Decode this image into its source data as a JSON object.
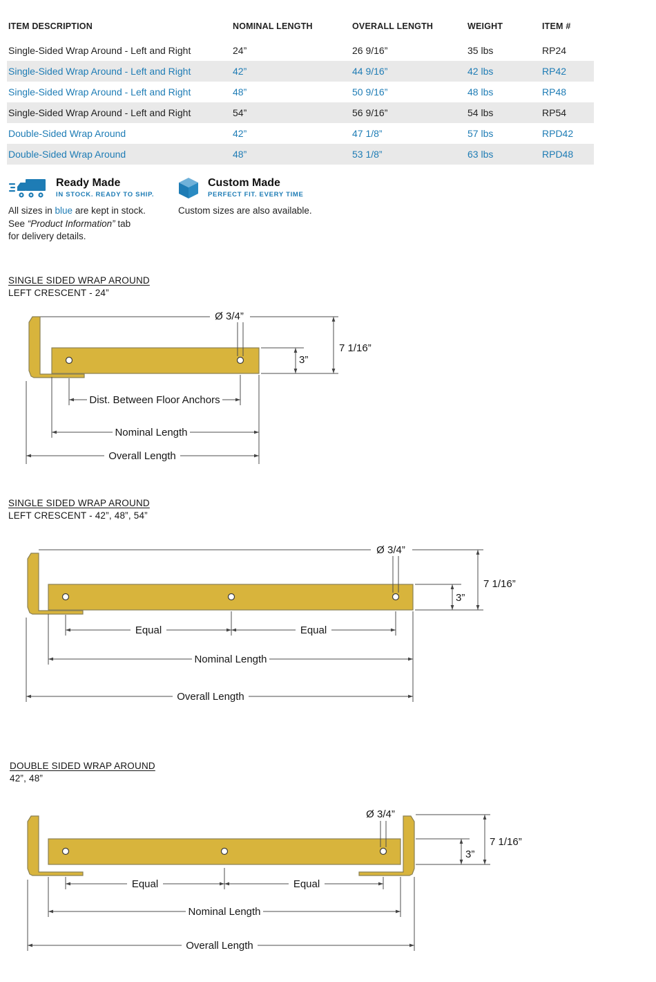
{
  "colors": {
    "blue": "#1e7cb5",
    "steel": "#d8b43c",
    "row_alt": "#e9e9e9"
  },
  "table": {
    "headers": [
      "ITEM DESCRIPTION",
      "NOMINAL LENGTH",
      "OVERALL LENGTH",
      "WEIGHT",
      "ITEM #"
    ],
    "rows": [
      {
        "description": "Single-Sided Wrap Around - Left and Right",
        "nominal": "24”",
        "overall": "26 9/16”",
        "weight": "35 lbs",
        "item": "RP24",
        "blue": false
      },
      {
        "description": "Single-Sided Wrap Around - Left and Right",
        "nominal": "42”",
        "overall": "44 9/16”",
        "weight": "42 lbs",
        "item": "RP42",
        "blue": true
      },
      {
        "description": "Single-Sided Wrap Around - Left and Right",
        "nominal": "48”",
        "overall": "50 9/16”",
        "weight": "48 lbs",
        "item": "RP48",
        "blue": true
      },
      {
        "description": "Single-Sided Wrap Around - Left and Right",
        "nominal": "54”",
        "overall": "56 9/16”",
        "weight": "54 lbs",
        "item": "RP54",
        "blue": false
      },
      {
        "description": "Double-Sided Wrap Around",
        "nominal": "42”",
        "overall": "47 1/8”",
        "weight": "57 lbs",
        "item": "RPD42",
        "blue": true
      },
      {
        "description": "Double-Sided Wrap Around",
        "nominal": "48”",
        "overall": "53 1/8”",
        "weight": "63 lbs",
        "item": "RPD48",
        "blue": true
      }
    ]
  },
  "badges": {
    "ready": {
      "title": "Ready Made",
      "subtitle": "IN STOCK. READY TO SHIP."
    },
    "custom": {
      "title": "Custom Made",
      "subtitle": "PERFECT FIT. EVERY TIME"
    },
    "ready_note": {
      "l1a": "All sizes in ",
      "l1blue": "blue",
      "l1b": " are kept in stock.",
      "l2a": "See ",
      "l2i": "“Product Information”",
      "l2b": " tab",
      "l3": "for delivery details."
    },
    "custom_note": "Custom sizes are also available."
  },
  "diagrams": [
    {
      "title": "SINGLE SIDED WRAP AROUND",
      "subtitle": "LEFT CRESCENT - 24”",
      "labels": {
        "dia": "Ø 3/4”",
        "height": "7 1/16”",
        "bar_height": "3”",
        "anchors": "Dist. Between Floor Anchors",
        "nominal": "Nominal Length",
        "overall": "Overall Length"
      }
    },
    {
      "title": "SINGLE SIDED WRAP AROUND",
      "subtitle": "LEFT CRESCENT - 42”, 48”, 54”",
      "labels": {
        "dia": "Ø 3/4”",
        "height": "7 1/16”",
        "bar_height": "3”",
        "equal1": "Equal",
        "equal2": "Equal",
        "nominal": "Nominal Length",
        "overall": "Overall Length"
      }
    },
    {
      "title": "DOUBLE SIDED WRAP AROUND",
      "subtitle": "42”, 48”",
      "labels": {
        "dia": "Ø 3/4”",
        "height": "7 1/16”",
        "bar_height": "3”",
        "equal1": "Equal",
        "equal2": "Equal",
        "nominal": "Nominal Length",
        "overall": "Overall Length"
      }
    }
  ]
}
